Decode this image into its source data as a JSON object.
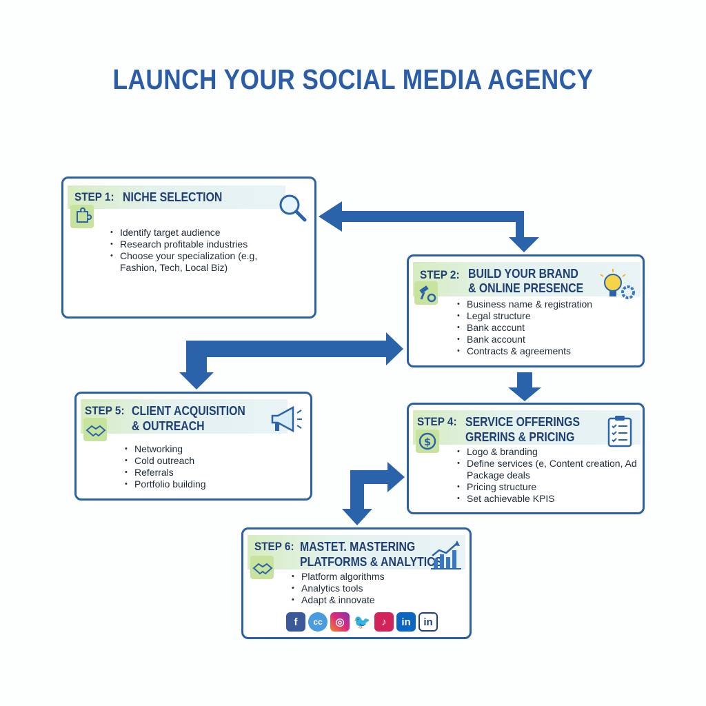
{
  "title": "LAUNCH YOUR SOCIAL MEDIA AGENCY",
  "colors": {
    "accent": "#2a5ca8",
    "border": "#2b5fa6",
    "badge": "#c8e39d",
    "arrow": "#2b63ab"
  },
  "steps": {
    "s1": {
      "label": "STEP 1:",
      "title1": "NICHE SELECTION",
      "title2": "",
      "icon": "magnifier-icon",
      "badge_icon": "puzzle-icon",
      "bullets": [
        "Identify target audience",
        "Research profitable industries",
        "Choose your specialization (e.g,",
        "Fashion, Tech, Local Biz)"
      ]
    },
    "s2": {
      "label": "STEP 2:",
      "title1": "BUILD YOUR BRAND",
      "title2": "& ONLINE PRESENCE",
      "icon": "lightbulb-gear-icon",
      "badge_icon": "gavel-gear-icon",
      "bullets": [
        "Business name & registration",
        "Legal structure",
        "Bank acccunt",
        "Bank account",
        "Contracts & agreements"
      ]
    },
    "s4": {
      "label": "STEP 4:",
      "title1": "SERVICE OFFERINGS",
      "title2": "GRERINS & PRICING",
      "icon": "clipboard-checklist-icon",
      "badge_icon": "dollar-coin-icon",
      "bullets": [
        "Logo & branding",
        "Define services (e, Content creation, Ad",
        "Package deals",
        "Pricing structure",
        "Set achievable KPIS"
      ]
    },
    "s5": {
      "label": "STEP 5:",
      "title1": "CLIENT ACQUISITION",
      "title2": "& OUTREACH",
      "icon": "megaphone-icon",
      "badge_icon": "handshake-icon",
      "bullets": [
        "Networking",
        "Cold outreach",
        "Referrals",
        "Portfolio building"
      ]
    },
    "s6": {
      "label": "STEP 6:",
      "title1": "MASTET. MASTERING",
      "title2": "PLATFORMS & ANALYTICS",
      "icon": "bar-chart-trend-icon",
      "badge_icon": "handshake-icon",
      "bullets": [
        "Platform algorithms",
        "Analytics tools",
        "Adapt & innovate"
      ]
    }
  },
  "socials": [
    {
      "label": "f",
      "name": "facebook-icon",
      "color": "#3b5998"
    },
    {
      "label": "cc",
      "name": "cc-icon",
      "color": "#4a9be0"
    },
    {
      "label": "◎",
      "name": "instagram-icon",
      "color": "#c13584"
    },
    {
      "label": "🐦",
      "name": "twitter-icon",
      "color": "#1da1f2"
    },
    {
      "label": "♪",
      "name": "tiktok-icon",
      "color": "#d0245a"
    },
    {
      "label": "in",
      "name": "linkedin-icon",
      "color": "#0a66c2"
    },
    {
      "label": "in",
      "name": "linkedin-outline-icon",
      "color": "#ffffff"
    }
  ]
}
